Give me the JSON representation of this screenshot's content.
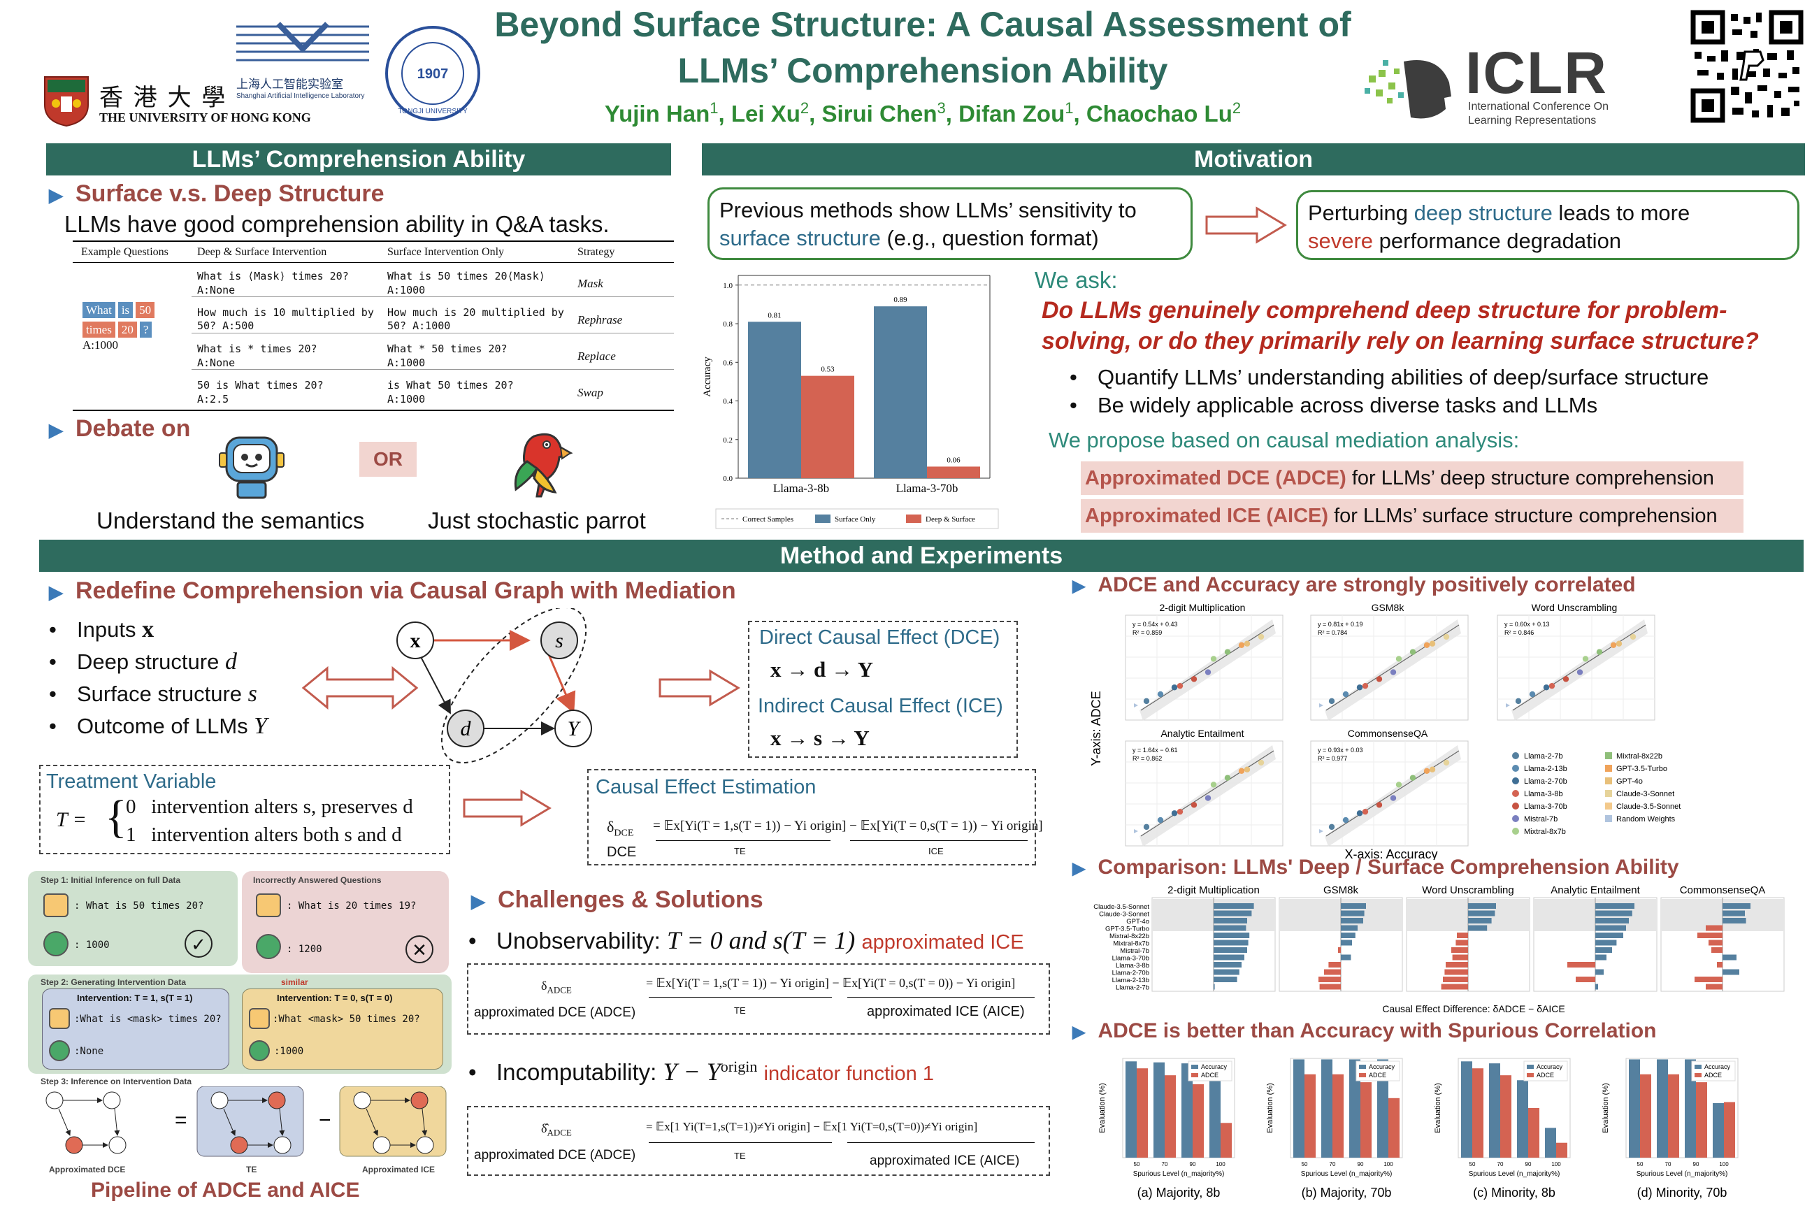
{
  "header": {
    "title_line1": "Beyond Surface Structure: A Causal Assessment of",
    "title_line2": "LLMs’ Comprehension Ability",
    "authors": [
      {
        "name": "Yujin Han",
        "sup": "1"
      },
      {
        "name": "Lei Xu",
        "sup": "2"
      },
      {
        "name": "Sirui Chen",
        "sup": "3"
      },
      {
        "name": "Difan Zou",
        "sup": "1"
      },
      {
        "name": "Chaochao Lu",
        "sup": "2"
      }
    ],
    "hku_cn": "香 港 大 學",
    "hku_en": "THE UNIVERSITY OF HONG KONG",
    "shlab_cn": "上海人工智能实验室",
    "shlab_en": "Shanghai Artificial Intelligence Laboratory",
    "tongji_text": "TONGJI UNIVERSITY",
    "tongji_year": "1907",
    "iclr_title": "ICLR",
    "iclr_sub1": "International Conference On",
    "iclr_sub2": "Learning Representations"
  },
  "sections": {
    "comprehension": "LLMs’ Comprehension Ability",
    "motivation": "Motivation",
    "method": "Method and Experiments"
  },
  "comp": {
    "surface_deep_title": "Surface v.s. Deep Structure",
    "intro": "LLMs have good comprehension ability in Q&A tasks.",
    "table_headers": [
      "Example Questions",
      "Deep & Surface Intervention",
      "Surface Intervention Only",
      "Strategy"
    ],
    "example_tokens": [
      "What",
      "is",
      "50",
      "times",
      "20",
      "?"
    ],
    "example_answer": "A:1000",
    "rows": [
      {
        "deep_q": "What is ⟨Mask⟩ times 20?",
        "deep_a": "A:None",
        "surf_q": "What is 50 times 20⟨Mask⟩",
        "surf_a": "A:1000",
        "strategy": "Mask"
      },
      {
        "deep_q": "How much is 10 multiplied by 50?  A:500",
        "deep_a": "",
        "surf_q": "How much is 20 multiplied by 50?  A:1000",
        "surf_a": "",
        "strategy": "Rephrase"
      },
      {
        "deep_q": "What is * times 20?",
        "deep_a": "A:None",
        "surf_q": "What * 50 times 20?",
        "surf_a": "A:1000",
        "strategy": "Replace"
      },
      {
        "deep_q": "50 is What times 20?",
        "deep_a": "A:2.5",
        "surf_q": "is What 50 times 20?",
        "surf_a": "A:1000",
        "strategy": "Swap"
      }
    ],
    "debate_title": "Debate on",
    "or_label": "OR",
    "robot_caption": "Understand the semantics",
    "parrot_caption": "Just stochastic parrot"
  },
  "motivation": {
    "prev_line1": "Previous methods show LLMs’ sensitivity to",
    "prev_surface": "surface structure",
    "prev_rest": " (e.g., question format)",
    "perturb_a": "Perturbing ",
    "perturb_deep": "deep structure",
    "perturb_b": " leads to more",
    "perturb_severe": "severe",
    "perturb_c": " performance degradation",
    "we_ask": "We ask:",
    "question": "Do LLMs genuinely comprehend deep structure for problem-solving, or do they primarily rely on learning surface structure?",
    "bullets": [
      "Quantify LLMs’ understanding abilities of deep/surface structure",
      "Be widely applicable across diverse tasks and LLMs"
    ],
    "propose": "We propose based on causal mediation analysis:",
    "adce_bold": "Approximated DCE (ADCE)",
    "adce_rest": " for LLMs’ deep structure comprehension",
    "aice_bold": "Approximated ICE (AICE)",
    "aice_rest": " for LLMs’ surface structure comprehension"
  },
  "chart_data": [
    {
      "type": "bar",
      "categories": [
        "Llama-3-8b",
        "Llama-3-70b"
      ],
      "series": [
        {
          "name": "Surface Only",
          "values": [
            0.81,
            0.89
          ],
          "color": "#55809f"
        },
        {
          "name": "Deep & Surface",
          "values": [
            0.53,
            0.06
          ],
          "color": "#d46352"
        }
      ],
      "reference_line": {
        "name": "Correct Samples",
        "value": 1.0
      },
      "ylabel": "Accuracy",
      "ylim": [
        0,
        1.05
      ],
      "yticks": [
        "0.0",
        "0.2",
        "0.4",
        "0.6",
        "0.8",
        "1.0"
      ],
      "legend": "bottom"
    }
  ],
  "method": {
    "redefine_title": "Redefine Comprehension via Causal Graph with Mediation",
    "bullets": [
      "Inputs ",
      "Deep structure ",
      "Surface structure ",
      "Outcome of LLMs "
    ],
    "bullet_syms": [
      "x",
      "d",
      "s",
      "Y"
    ],
    "dce_title": "Direct Causal Effect (DCE)",
    "dce_formula": "x → d → Y",
    "ice_title": "Indirect Causal Effect (ICE)",
    "ice_formula": "x → s → Y",
    "treatment_title": "Treatment Variable",
    "treatment_lhs": "T =",
    "treatment_0": "0   intervention alters s, preserves d",
    "treatment_1": "1   intervention alters both s and d",
    "estimation_title": "Causal Effect Estimation",
    "est_lhs": "δ",
    "est_lhs_sub": "DCE",
    "est_dce_label": "DCE",
    "est_te": "TE",
    "est_ice": "ICE",
    "est_formula": "= 𝔼x[Yi(T = 1,s(T = 1)) − Yi origin] − 𝔼x[Yi(T = 0,s(T = 1)) − Yi origin]",
    "pipeline": {
      "step1": "Step 1: Initial Inference on full Data",
      "step1_q": ": What is 50 times 20?",
      "step1_a": ": 1000",
      "incorrect": "Incorrectly Answered Questions",
      "inc_q": ": What is 20 times 19?",
      "inc_a": ": 1200",
      "step2": "Step 2: Generating Intervention Data",
      "similar": "similar",
      "int1": "Intervention: T = 1, s(T = 1)",
      "int1_q": ":What is <mask> times 20?",
      "int1_a": ":None",
      "int2": "Intervention: T = 0, s(T = 0)",
      "int2_q": ":What <mask> 50 times 20?",
      "int2_a": ":1000",
      "step3": "Step 3: Inference on Intervention Data",
      "lab_adce": "Approximated DCE",
      "lab_te": "TE",
      "lab_aice": "Approximated ICE",
      "caption": "Pipeline of ADCE and AICE"
    },
    "challenges_title": "Challenges & Solutions",
    "unobs": "Unobservability: ",
    "unobs_math": "T = 0 and s(T = 1)",
    "unobs_sol": "approximated ICE",
    "incomp": "Incomputability: ",
    "incomp_math": "Y − Y",
    "incomp_sup": "origin",
    "incomp_sol": "indicator function 1",
    "f1_lhs": "δ",
    "f1_sub": "ADCE",
    "f1_body": "= 𝔼x[Yi(T = 1,s(T = 1)) − Yi origin] − 𝔼x[Yi(T = 0,s(T = 0)) − Yi origin]",
    "f1_left": "approximated DCE (ADCE)",
    "f1_te": "TE",
    "f1_right": "approximated ICE (AICE)",
    "f2_lhs": "δ̂",
    "f2_sub": "ADCE",
    "f2_body": "= 𝔼x[1 Yi(T=1,s(T=1))≠Yi origin] − 𝔼x[1 Yi(T=0,s(T=0))≠Yi origin]",
    "f2_left": "approximated DCE (ADCE)",
    "f2_te": "TE",
    "f2_right": "approximated ICE (AICE)"
  },
  "results": {
    "corr_title": "ADCE and Accuracy are strongly positively correlated",
    "corr_panels": [
      {
        "title": "2-digit Multiplication",
        "eq": "y = 0.54x + 0.43",
        "r2": "R² = 0.859"
      },
      {
        "title": "GSM8k",
        "eq": "y = 0.81x + 0.19",
        "r2": "R² = 0.784"
      },
      {
        "title": "Word Unscrambling",
        "eq": "y = 0.60x + 0.13",
        "r2": "R² = 0.846"
      },
      {
        "title": "Analytic Entailment",
        "eq": "y = 1.64x − 0.61",
        "r2": "R² = 0.862"
      },
      {
        "title": "CommonsenseQA",
        "eq": "y = 0.93x + 0.03",
        "r2": "R² = 0.977"
      }
    ],
    "corr_ylabel": "Y-axis: ADCE",
    "corr_xlabel": "X-axis: Accuracy",
    "legend_left": [
      "Llama-2-7b",
      "Llama-2-13b",
      "Llama-2-70b",
      "Llama-3-8b",
      "Llama-3-70b",
      "Mistral-7b",
      "Mixtral-8x7b"
    ],
    "legend_right": [
      "Mixtral-8x22b",
      "GPT-3.5-Turbo",
      "GPT-4o",
      "Claude-3-Sonnet",
      "Claude-3.5-Sonnet",
      "Random Weights"
    ],
    "legend_colors": [
      "#55809f",
      "#5b8bb0",
      "#3f6f95",
      "#d46352",
      "#c75342",
      "#7a7fbf",
      "#a8d08d",
      "#8fbf7a",
      "#f0a35a",
      "#e8c07a",
      "#e6d39a",
      "#f3c98b",
      "#b0c4de"
    ],
    "comp_title": "Comparison: LLMs' Deep / Surface Comprehension Ability",
    "comp_panels": [
      "2-digit Multiplication",
      "GSM8k",
      "Word Unscrambling",
      "Analytic Entailment",
      "CommonsenseQA"
    ],
    "comp_models": [
      "Claude-3.5-Sonnet",
      "Claude-3-Sonnet",
      "GPT-4o",
      "GPT-3.5-Turbo",
      "Mixtral-8x22b",
      "Mixtral-8x7b",
      "Mistral-7b",
      "Llama-3-70b",
      "Llama-3-8b",
      "Llama-2-70b",
      "Llama-2-13b",
      "Llama-2-7b"
    ],
    "comp_xlabel": "Causal Effect Difference: δADCE − δAICE",
    "spur_title": "ADCE is better than Accuracy with Spurious Correlation",
    "spur_panels": [
      {
        "caption": "(a) Majority, 8b",
        "acc": [
          0.97,
          0.96,
          0.95,
          0.95
        ],
        "adce": [
          0.9,
          0.83,
          0.74,
          0.35
        ]
      },
      {
        "caption": "(b) Majority, 70b",
        "acc": [
          0.99,
          0.99,
          0.99,
          0.99
        ],
        "adce": [
          0.84,
          0.84,
          0.76,
          0.6
        ]
      },
      {
        "caption": "(c) Minority, 8b",
        "acc": [
          0.97,
          0.95,
          0.78,
          0.3
        ],
        "adce": [
          0.9,
          0.83,
          0.5,
          0.15
        ]
      },
      {
        "caption": "(d) Minority, 70b",
        "acc": [
          0.99,
          0.99,
          0.99,
          0.55
        ],
        "adce": [
          0.84,
          0.84,
          0.76,
          0.56
        ]
      }
    ],
    "spur_legend": [
      "Accuracy",
      "ADCE"
    ],
    "spur_ylabel": "Evaluation (%)",
    "spur_xlabel": "Spurious Level (n_majority%)",
    "spur_xticks": [
      "50",
      "70",
      "90",
      "100"
    ]
  }
}
